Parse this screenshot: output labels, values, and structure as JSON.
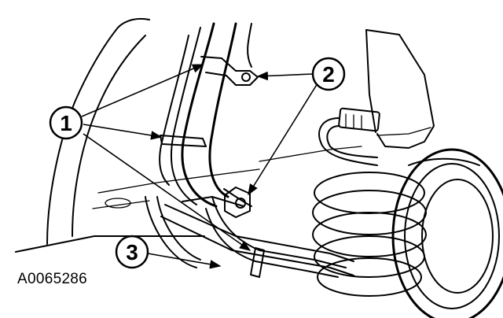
{
  "figure_id": "A0065286",
  "callouts": [
    {
      "label": "1"
    },
    {
      "label": "2"
    },
    {
      "label": "3"
    }
  ]
}
